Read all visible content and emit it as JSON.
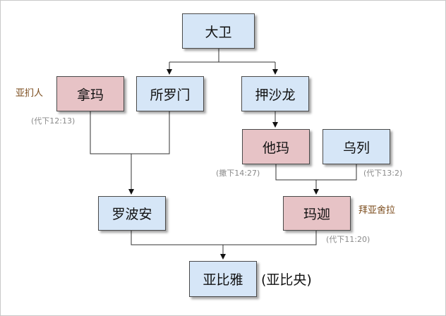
{
  "nodes": {
    "david": "大卫",
    "naamah": "拿玛",
    "solomon": "所罗门",
    "absalom": "押沙龙",
    "tamar": "他玛",
    "uriel": "乌列",
    "rehoboam": "罗波安",
    "maacah": "玛迦",
    "abijah": "亚比雅"
  },
  "colors": {
    "male": "#d6e6f7",
    "female": "#e7c3c6",
    "side_text": "#7a4a1a",
    "note_text": "#8a8a8a"
  },
  "labels": {
    "naamah_origin": "亚扪人",
    "naamah_ref": "(代下12:13)",
    "tamar_ref": "(撒下14:27)",
    "uriel_ref": "(代下13:2)",
    "maacah_alias": "拜亚舍拉",
    "maacah_ref": "(代下11:20)",
    "abijah_alias": "(亚比央)"
  }
}
